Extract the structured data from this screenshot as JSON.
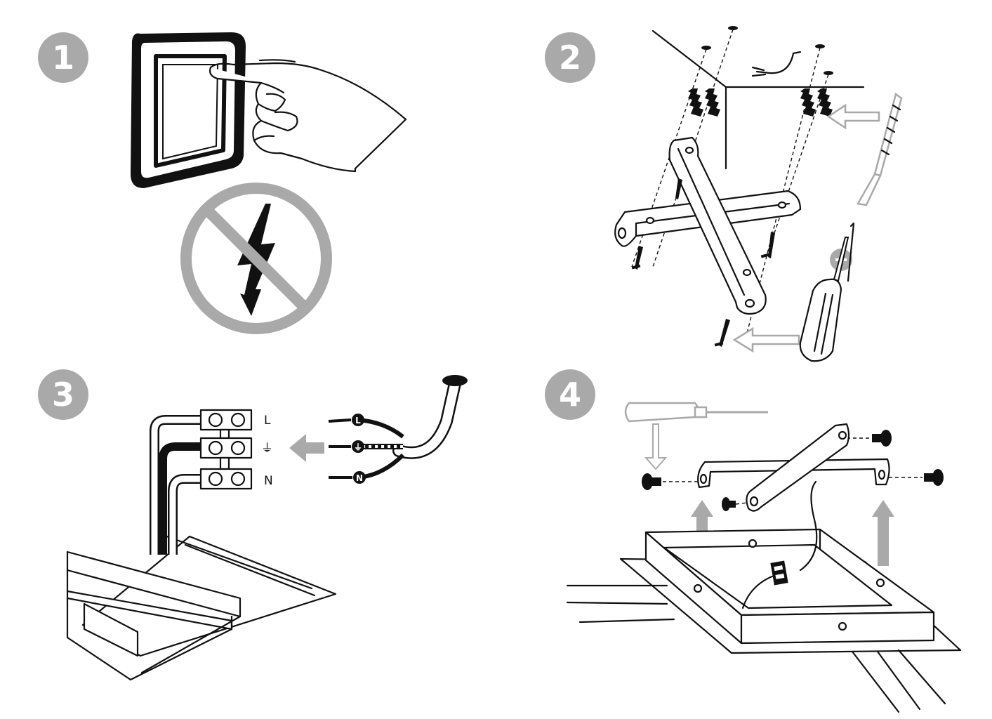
{
  "steps": [
    {
      "number": "1",
      "caption": ""
    },
    {
      "number": "2",
      "caption": ""
    },
    {
      "number": "3",
      "caption": ""
    },
    {
      "number": "4",
      "caption": ""
    }
  ],
  "step3": {
    "terminal_labels": [
      "L",
      "⏚",
      "N"
    ],
    "wire_labels": [
      "L",
      "⏚",
      "N"
    ]
  },
  "colors": {
    "badge": "#a9a9a9",
    "line": "#111111",
    "arrow": "#a9a9a9"
  },
  "icons": [
    "power-switch-icon",
    "hand-icon",
    "no-electricity-icon",
    "drill-bit-icon",
    "screwdriver-icon",
    "screw-icon",
    "wall-plug-icon",
    "terminal-block-icon",
    "arrow-icon"
  ]
}
